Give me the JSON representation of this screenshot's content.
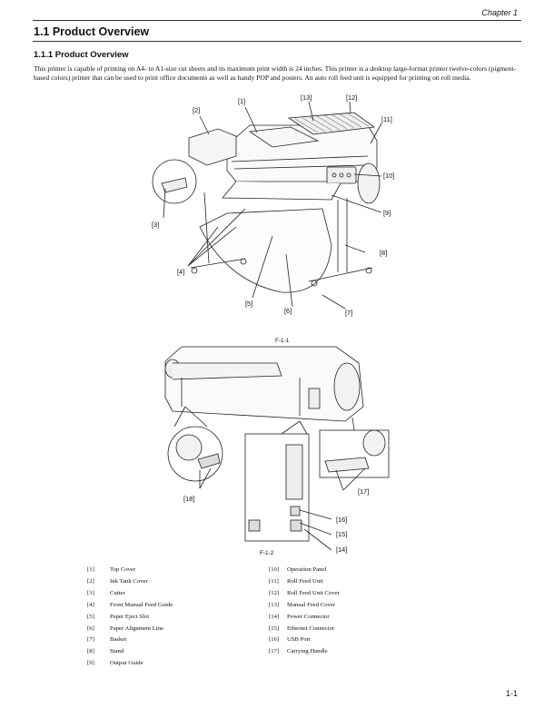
{
  "header": {
    "chapter": "Chapter 1"
  },
  "section": {
    "title": "1.1 Product Overview"
  },
  "subsection": {
    "title": "1.1.1 Product Overview"
  },
  "intro": "This printer is capable of printing on A4- to A1-size cut sheets and its maximum print width is 24 inches. This printer is a desktop large-format printer twelve-colors (pigment-based colors) printer that can be used to print office documents as well as handy POP and posters. An auto roll feed unit is equipped for printing on roll media.",
  "figure1": {
    "caption": "F-1-1",
    "callouts": [
      "[1]",
      "[2]",
      "[3]",
      "[4]",
      "[5]",
      "[6]",
      "[7]",
      "[8]",
      "[9]",
      "[10]",
      "[11]",
      "[12]",
      "[13]"
    ]
  },
  "figure2": {
    "caption": "F-1-2",
    "callouts": [
      "[14]",
      "[15]",
      "[16]",
      "[17]",
      "[18]"
    ]
  },
  "legend_left": [
    {
      "num": "[1]",
      "label": "Top Cover"
    },
    {
      "num": "[2]",
      "label": "Ink Tank Cover"
    },
    {
      "num": "[3]",
      "label": "Cutter"
    },
    {
      "num": "[4]",
      "label": "Front Manual Feed Guide"
    },
    {
      "num": "[5]",
      "label": "Peper Eject Slot"
    },
    {
      "num": "[6]",
      "label": "Paper Alignment Line"
    },
    {
      "num": "[7]",
      "label": "Basket"
    },
    {
      "num": "[8]",
      "label": "Stand"
    },
    {
      "num": "[9]",
      "label": "Output Guide"
    }
  ],
  "legend_right": [
    {
      "num": "[10]",
      "label": "Operation Panel"
    },
    {
      "num": "[11]",
      "label": "Roll Feed Unit"
    },
    {
      "num": "[12]",
      "label": "Roll Feed Unit Cover"
    },
    {
      "num": "[13]",
      "label": "Manual Feed Cover"
    },
    {
      "num": "[14]",
      "label": "Power Connector"
    },
    {
      "num": "[15]",
      "label": "Ethernet Connector"
    },
    {
      "num": "[16]",
      "label": "USB Port"
    },
    {
      "num": "[17]",
      "label": "Carrying Handle"
    }
  ],
  "footer": {
    "page_number": "1-1"
  }
}
